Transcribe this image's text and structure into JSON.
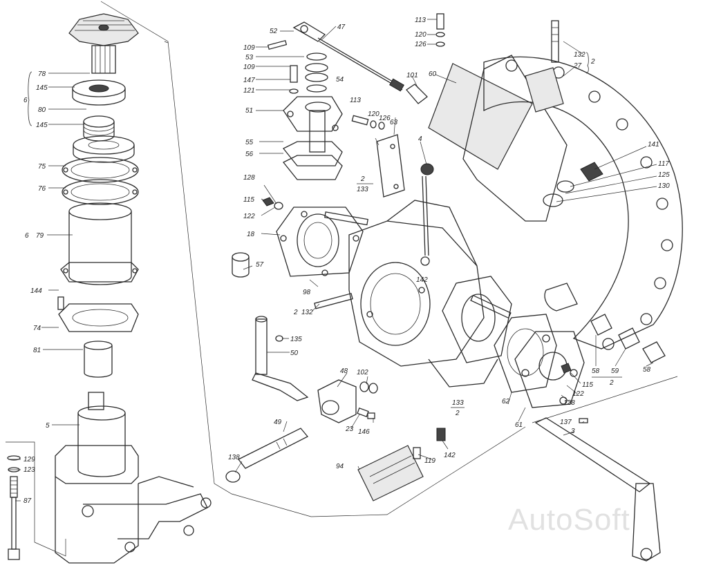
{
  "watermark": "AutoSoft",
  "labels": [
    {
      "id": "78",
      "text": "78"
    },
    {
      "id": "145a",
      "text": "145"
    },
    {
      "id": "6a",
      "text": "6"
    },
    {
      "id": "80",
      "text": "80"
    },
    {
      "id": "145b",
      "text": "145"
    },
    {
      "id": "75",
      "text": "75"
    },
    {
      "id": "76",
      "text": "76"
    },
    {
      "id": "6b",
      "text": "6"
    },
    {
      "id": "79",
      "text": "79"
    },
    {
      "id": "144",
      "text": "144"
    },
    {
      "id": "74",
      "text": "74"
    },
    {
      "id": "81",
      "text": "81"
    },
    {
      "id": "5",
      "text": "5"
    },
    {
      "id": "129",
      "text": "129"
    },
    {
      "id": "123",
      "text": "123"
    },
    {
      "id": "87",
      "text": "87"
    },
    {
      "id": "109a",
      "text": "109"
    },
    {
      "id": "52",
      "text": "52"
    },
    {
      "id": "47",
      "text": "47"
    },
    {
      "id": "53",
      "text": "53"
    },
    {
      "id": "109b",
      "text": "109"
    },
    {
      "id": "54",
      "text": "54"
    },
    {
      "id": "147",
      "text": "147"
    },
    {
      "id": "121",
      "text": "121"
    },
    {
      "id": "51",
      "text": "51"
    },
    {
      "id": "101",
      "text": "101"
    },
    {
      "id": "60",
      "text": "60"
    },
    {
      "id": "113a",
      "text": "113"
    },
    {
      "id": "120a",
      "text": "120"
    },
    {
      "id": "126a",
      "text": "126"
    },
    {
      "id": "132a",
      "text": "132"
    },
    {
      "id": "27",
      "text": "27"
    },
    {
      "id": "2a",
      "text": "2"
    },
    {
      "id": "113b",
      "text": "113"
    },
    {
      "id": "120b",
      "text": "120"
    },
    {
      "id": "126b",
      "text": "126"
    },
    {
      "id": "63",
      "text": "63"
    },
    {
      "id": "4",
      "text": "4"
    },
    {
      "id": "55",
      "text": "55"
    },
    {
      "id": "56",
      "text": "56"
    },
    {
      "id": "128a",
      "text": "128"
    },
    {
      "id": "2b",
      "text": "2"
    },
    {
      "id": "133a",
      "text": "133"
    },
    {
      "id": "115a",
      "text": "115"
    },
    {
      "id": "122a",
      "text": "122"
    },
    {
      "id": "141",
      "text": "141"
    },
    {
      "id": "117",
      "text": "117"
    },
    {
      "id": "125",
      "text": "125"
    },
    {
      "id": "130",
      "text": "130"
    },
    {
      "id": "18",
      "text": "18"
    },
    {
      "id": "57",
      "text": "57"
    },
    {
      "id": "98",
      "text": "98"
    },
    {
      "id": "2c",
      "text": "2"
    },
    {
      "id": "132b",
      "text": "132"
    },
    {
      "id": "135",
      "text": "135"
    },
    {
      "id": "50",
      "text": "50"
    },
    {
      "id": "142a",
      "text": "142"
    },
    {
      "id": "48",
      "text": "48"
    },
    {
      "id": "102",
      "text": "102"
    },
    {
      "id": "133b",
      "text": "133"
    },
    {
      "id": "2d",
      "text": "2"
    },
    {
      "id": "62",
      "text": "62"
    },
    {
      "id": "58a",
      "text": "58"
    },
    {
      "id": "59",
      "text": "59"
    },
    {
      "id": "58b",
      "text": "58"
    },
    {
      "id": "2e",
      "text": "2"
    },
    {
      "id": "115b",
      "text": "115"
    },
    {
      "id": "122b",
      "text": "122"
    },
    {
      "id": "128b",
      "text": "128"
    },
    {
      "id": "61",
      "text": "61"
    },
    {
      "id": "23",
      "text": "23"
    },
    {
      "id": "146",
      "text": "146"
    },
    {
      "id": "49",
      "text": "49"
    },
    {
      "id": "137",
      "text": "137"
    },
    {
      "id": "3",
      "text": "3"
    },
    {
      "id": "138",
      "text": "138"
    },
    {
      "id": "94",
      "text": "94"
    },
    {
      "id": "119",
      "text": "119"
    },
    {
      "id": "142b",
      "text": "142"
    }
  ]
}
